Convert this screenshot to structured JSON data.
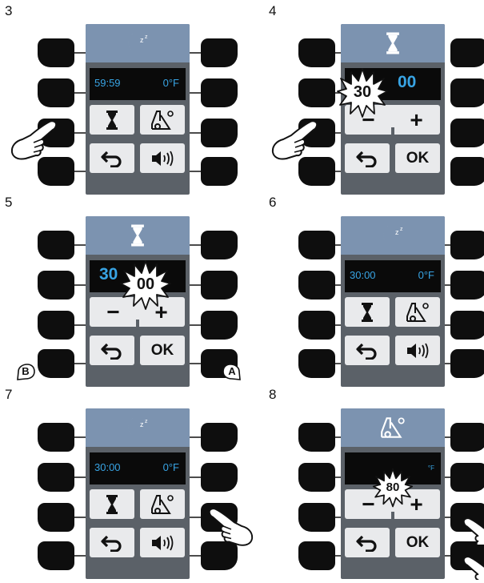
{
  "steps": [
    {
      "number": "3",
      "icon": "sleep-moon-icon",
      "display_left": "59:59",
      "display_right": "0°F",
      "keys": [
        "hourglass-icon",
        "temperature-icon",
        "back-arrow-icon",
        "sound-icon"
      ]
    },
    {
      "number": "4",
      "icon": "hourglass-icon",
      "display_value": "00",
      "callout": "30",
      "keys": [
        "−",
        "+",
        "back-arrow-icon",
        "OK"
      ]
    },
    {
      "number": "5",
      "icon": "hourglass-icon",
      "display_value": "30",
      "callout": "00",
      "keys": [
        "−",
        "+",
        "back-arrow-icon",
        "OK"
      ],
      "marker_left": "B",
      "marker_right": "A"
    },
    {
      "number": "6",
      "icon": "sleep-moon-icon",
      "display_left": "30:00",
      "display_right": "0°F",
      "keys": [
        "hourglass-icon",
        "temperature-icon",
        "back-arrow-icon",
        "sound-icon"
      ]
    },
    {
      "number": "7",
      "icon": "sleep-moon-icon",
      "display_left": "30:00",
      "display_right": "0°F",
      "keys": [
        "hourglass-icon",
        "temperature-icon",
        "back-arrow-icon",
        "sound-icon"
      ]
    },
    {
      "number": "8",
      "icon": "temperature-icon",
      "display_unit": "°F",
      "callout": "80",
      "keys": [
        "−",
        "+",
        "back-arrow-icon",
        "OK"
      ]
    }
  ],
  "labels": {
    "minus": "−",
    "plus": "+",
    "ok": "OK"
  },
  "colors": {
    "device": "#5b6168",
    "header": "#7c93b0",
    "display": "#0a0a0a",
    "digits": "#38a4e4",
    "key": "#e9eaec",
    "button": "#0e0e0e"
  }
}
